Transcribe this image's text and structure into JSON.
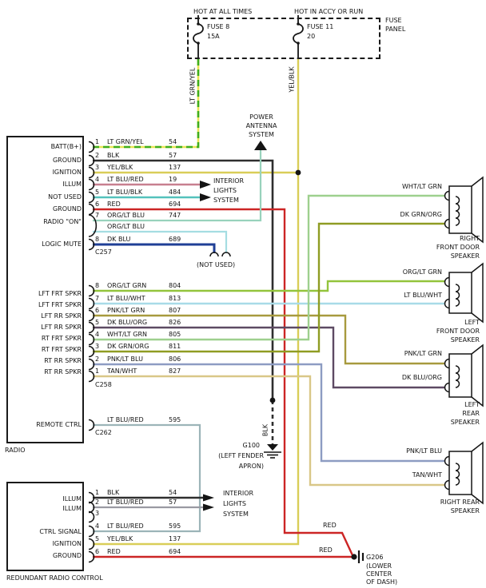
{
  "fuse_panel": {
    "panel_label": [
      "FUSE",
      "PANEL"
    ],
    "left_feed": {
      "hot": "HOT AT ALL TIMES",
      "fuse": "FUSE 8",
      "rating": "15A",
      "wire_label": "LT GRN/YEL"
    },
    "right_feed": {
      "hot": "HOT IN ACCY OR RUN",
      "fuse": "FUSE 11",
      "rating": "20",
      "wire_label": "YEL/BLK"
    }
  },
  "radio": {
    "label": "RADIO",
    "c257": {
      "name": "C257",
      "pins": [
        {
          "pin": "1",
          "label": "BATT(B+)",
          "wire": "LT GRN/YEL",
          "circuit": "54"
        },
        {
          "pin": "2",
          "label": "GROUND",
          "wire": "BLK",
          "circuit": "57"
        },
        {
          "pin": "3",
          "label": "IGNITION",
          "wire": "YEL/BLK",
          "circuit": "137"
        },
        {
          "pin": "4",
          "label": "ILLUM",
          "wire": "LT BLU/RED",
          "circuit": "19"
        },
        {
          "pin": "5",
          "label": "NOT USED",
          "wire": "LT BLU/BLK",
          "circuit": "484"
        },
        {
          "pin": "6",
          "label": "GROUND",
          "wire": "RED",
          "circuit": "694"
        },
        {
          "pin": "7",
          "label": "RADIO \"ON\"",
          "wire": "ORG/LT BLU",
          "circuit": "747"
        },
        {
          "pin": "",
          "label": "",
          "wire": "ORG/LT BLU",
          "circuit": ""
        },
        {
          "pin": "8",
          "label": "LOGIC MUTE",
          "wire": "DK BLU",
          "circuit": "689"
        }
      ]
    },
    "c258": {
      "name": "C258",
      "pins": [
        {
          "pin": "8",
          "label": "LFT FRT SPKR",
          "wire": "ORG/LT GRN",
          "circuit": "804"
        },
        {
          "pin": "7",
          "label": "LFT FRT SPKR",
          "wire": "LT BLU/WHT",
          "circuit": "813"
        },
        {
          "pin": "6",
          "label": "LFT RR SPKR",
          "wire": "PNK/LT GRN",
          "circuit": "807"
        },
        {
          "pin": "5",
          "label": "LFT RR SPKR",
          "wire": "DK BLU/ORG",
          "circuit": "826"
        },
        {
          "pin": "4",
          "label": "RT FRT SPKR",
          "wire": "WHT/LT GRN",
          "circuit": "805"
        },
        {
          "pin": "3",
          "label": "RT FRT SPKR",
          "wire": "DK GRN/ORG",
          "circuit": "811"
        },
        {
          "pin": "2",
          "label": "RT RR SPKR",
          "wire": "PNK/LT BLU",
          "circuit": "806"
        },
        {
          "pin": "1",
          "label": "RT RR SPKR",
          "wire": "TAN/WHT",
          "circuit": "827"
        }
      ]
    },
    "c262": {
      "name": "C262",
      "label": "REMOTE CTRL",
      "wire": "LT BLU/RED",
      "circuit": "595"
    }
  },
  "redundant": {
    "label": "REDUNDANT RADIO CONTROL",
    "pins": [
      {
        "pin": "1",
        "label": "ILLUM",
        "wire": "BLK",
        "circuit": "54"
      },
      {
        "pin": "2",
        "label": "ILLUM",
        "wire": "LT BLU/RED",
        "circuit": "57"
      },
      {
        "pin": "3",
        "label": "",
        "wire": "",
        "circuit": ""
      },
      {
        "pin": "4",
        "label": "CTRL SIGNAL",
        "wire": "LT BLU/RED",
        "circuit": "595"
      },
      {
        "pin": "5",
        "label": "IGNITION",
        "wire": "YEL/BLK",
        "circuit": "137"
      },
      {
        "pin": "6",
        "label": "GROUND",
        "wire": "RED",
        "circuit": "694"
      }
    ]
  },
  "speakers": [
    {
      "wire_top": "WHT/LT GRN",
      "wire_bottom": "DK GRN/ORG",
      "name": [
        "RIGHT",
        "FRONT DOOR",
        "SPEAKER"
      ]
    },
    {
      "wire_top": "ORG/LT GRN",
      "wire_bottom": "LT BLU/WHT",
      "name": [
        "LEFT",
        "FRONT DOOR",
        "SPEAKER"
      ]
    },
    {
      "wire_top": "PNK/LT GRN",
      "wire_bottom": "DK BLU/ORG",
      "name": [
        "LEFT",
        "REAR",
        "SPEAKER"
      ]
    },
    {
      "wire_top": "PNK/LT BLU",
      "wire_bottom": "TAN/WHT",
      "name": [
        "RIGHT REAR",
        "SPEAKER"
      ]
    }
  ],
  "annotations": {
    "power_antenna": [
      "POWER",
      "ANTENNA",
      "SYSTEM"
    ],
    "interior_lights": [
      "INTERIOR",
      "LIGHTS",
      "SYSTEM"
    ],
    "not_used": "(NOT USED)",
    "g100": {
      "name": "G100",
      "loc": [
        "(LEFT FENDER",
        "APRON)"
      ]
    },
    "g206": {
      "name": "G206",
      "loc": [
        "(LOWER",
        "CENTER",
        "OF DASH)"
      ]
    },
    "blk_vertical_label": "BLK",
    "red_label": "RED"
  },
  "wire_colors": {
    "lt_grn_yel": "#3fae1e",
    "yel_blk": "#d9ce58",
    "blk": "#2e2e2e",
    "lt_blu_red": "#c77f8f",
    "lt_blu_blk": "#54c2bc",
    "red": "#cc2525",
    "org_lt_blu": "#98d2bc",
    "dk_blu": "#1f3f96",
    "org_lt_grn": "#93c43c",
    "lt_blu_wht": "#a8dbe8",
    "pnk_lt_grn": "#a79a3e",
    "dk_blu_org": "#5d4a63",
    "wht_lt_grn": "#9ed08e",
    "dk_grn_org": "#8f9c23",
    "pnk_lt_blu": "#8d9cc2",
    "tan_wht": "#d9c788"
  }
}
